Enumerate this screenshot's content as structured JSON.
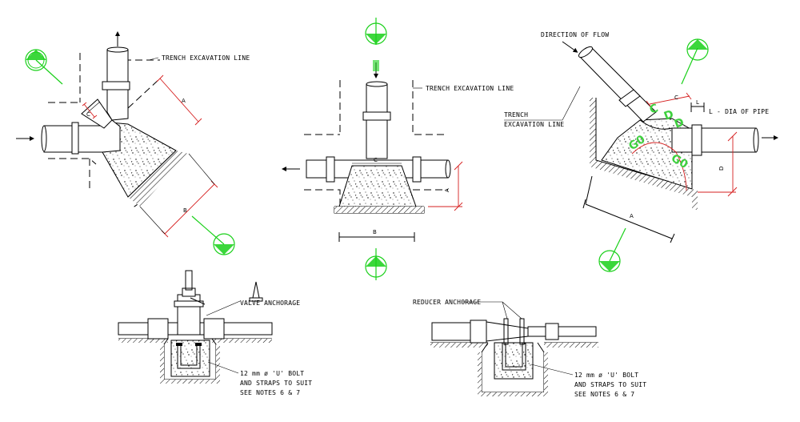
{
  "labels": {
    "trench_excavation_line_1": "TRENCH EXCAVATION LINE",
    "trench_excavation_line_2": "TRENCH EXCAVATION LINE",
    "direction_of_flow": "DIRECTION OF FLOW",
    "trench_line_a": "TRENCH",
    "trench_line_b": "EXCAVATION LINE",
    "dia_of_pipe": "L - DIA OF PIPE",
    "valve_anchorage": "VALVE ANCHORAGE",
    "reducer_anchorage": "REDUCER ANCHORAGE",
    "bolt_note_1_l1": "12 mm ø 'U' BOLT",
    "bolt_note_1_l2": "AND STRAPS TO SUIT",
    "bolt_note_1_l3": "SEE NOTES 6 & 7",
    "bolt_note_2_l1": "12 mm ø 'U' BOLT",
    "bolt_note_2_l2": "AND STRAPS TO SUIT",
    "bolt_note_2_l3": "SEE NOTES 6 & 7"
  },
  "dimensions": {
    "left_A": "A",
    "left_B": "B",
    "left_C": "C",
    "mid_A": "A",
    "mid_B": "B",
    "mid_C": "C",
    "right_A": "A",
    "right_C": "C",
    "right_D": "D",
    "right_L": "L"
  },
  "colors": {
    "dimension_red": "#d62020",
    "section_green": "#19d019"
  }
}
